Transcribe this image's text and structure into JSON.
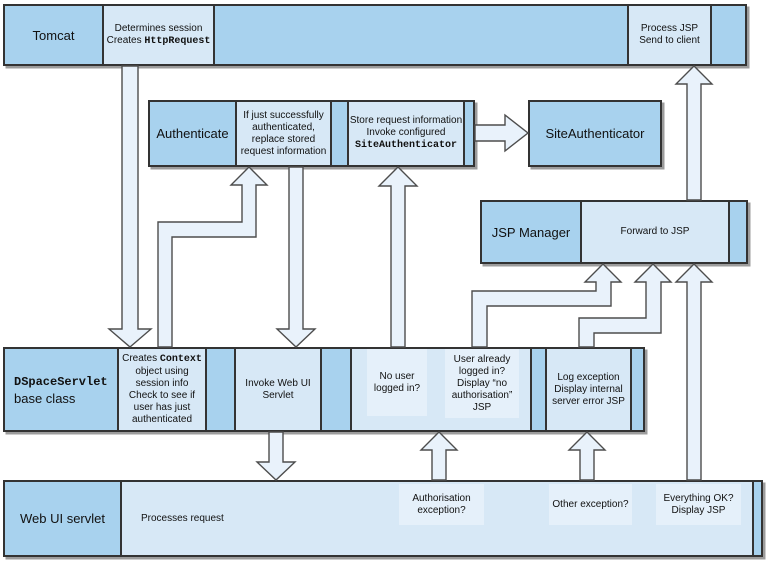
{
  "palette": {
    "box_dark_blue": "#a8d2ee",
    "box_light_blue": "#d7e8f6",
    "box_lighter_blue": "#e5f0fa",
    "arrow_fill": "#e9f2fb",
    "border": "#333333"
  },
  "tomcat_row": {
    "label": "Tomcat",
    "session_box": {
      "line1": "Determines session",
      "line2_text": "Creates ",
      "line2_code": "HttpRequest"
    },
    "process_box": {
      "text": "Process JSP\nSend to client"
    }
  },
  "authenticate_row": {
    "label": "Authenticate",
    "replace_box": {
      "text": "If just successfully\nauthenticated,\nreplace stored\nrequest information"
    },
    "store_box": {
      "lines": "Store request information\nInvoke configured",
      "code": "SiteAuthenticator"
    }
  },
  "site_authenticator_box": {
    "label": "SiteAuthenticator"
  },
  "jsp_manager_row": {
    "label": "JSP Manager",
    "forward_box": {
      "text": "Forward to JSP"
    }
  },
  "dspace_row": {
    "label_code": "DSpaceServlet",
    "label_text": "base class",
    "context_box": {
      "line1_text": "Creates ",
      "line1_code": "Context",
      "rest": "object using\nsession info\nCheck to see if\nuser has just\nauthenticated"
    },
    "invoke_box": {
      "text": "Invoke Web UI\nServlet"
    },
    "no_user_box": {
      "text": "No user\nlogged in?"
    },
    "already_box": {
      "text": "User already\nlogged in?\nDisplay “no\nauthorisation”\nJSP"
    },
    "log_box": {
      "text": "Log exception\nDisplay internal\nserver error JSP"
    }
  },
  "webui_row": {
    "label": "Web UI servlet",
    "processes_box": {
      "text": "Processes request"
    },
    "auth_exception_box": {
      "text": "Authorisation\nexception?"
    },
    "other_exception_box": {
      "text": "Other exception?"
    },
    "ok_box": {
      "text": "Everything OK?\nDisplay JSP"
    }
  },
  "arrows": [
    {
      "name": "arrow-session-to-context",
      "from": "Determines session / Creates HttpRequest",
      "to": "Creates Context object",
      "direction": "down"
    },
    {
      "name": "arrow-context-to-replace",
      "from": "Creates Context object",
      "to": "If just successfully authenticated",
      "direction": "up-elbow"
    },
    {
      "name": "arrow-replace-to-invoke",
      "from": "If just successfully authenticated",
      "to": "Invoke Web UI Servlet",
      "direction": "down"
    },
    {
      "name": "arrow-nouser-to-store",
      "from": "No user logged in?",
      "to": "Store request information",
      "direction": "up"
    },
    {
      "name": "arrow-store-to-siteauthenticator",
      "from": "Store request information",
      "to": "SiteAuthenticator",
      "direction": "right"
    },
    {
      "name": "arrow-already-to-forward",
      "from": "User already logged in?",
      "to": "Forward to JSP",
      "direction": "up-elbow"
    },
    {
      "name": "arrow-log-to-forward",
      "from": "Log exception",
      "to": "Forward to JSP",
      "direction": "up-elbow"
    },
    {
      "name": "arrow-ok-to-forward",
      "from": "Everything OK? Display JSP",
      "to": "Forward to JSP",
      "direction": "up"
    },
    {
      "name": "arrow-forward-to-process",
      "from": "Forward to JSP",
      "to": "Process JSP / Send to client",
      "direction": "up"
    },
    {
      "name": "arrow-invoke-to-webui",
      "from": "Invoke Web UI Servlet",
      "to": "Processes request",
      "direction": "down"
    },
    {
      "name": "arrow-authexception-up",
      "from": "Authorisation exception?",
      "to": "No user / User already logged in?",
      "direction": "up"
    },
    {
      "name": "arrow-otherexception-up",
      "from": "Other exception?",
      "to": "Log exception",
      "direction": "up"
    }
  ]
}
